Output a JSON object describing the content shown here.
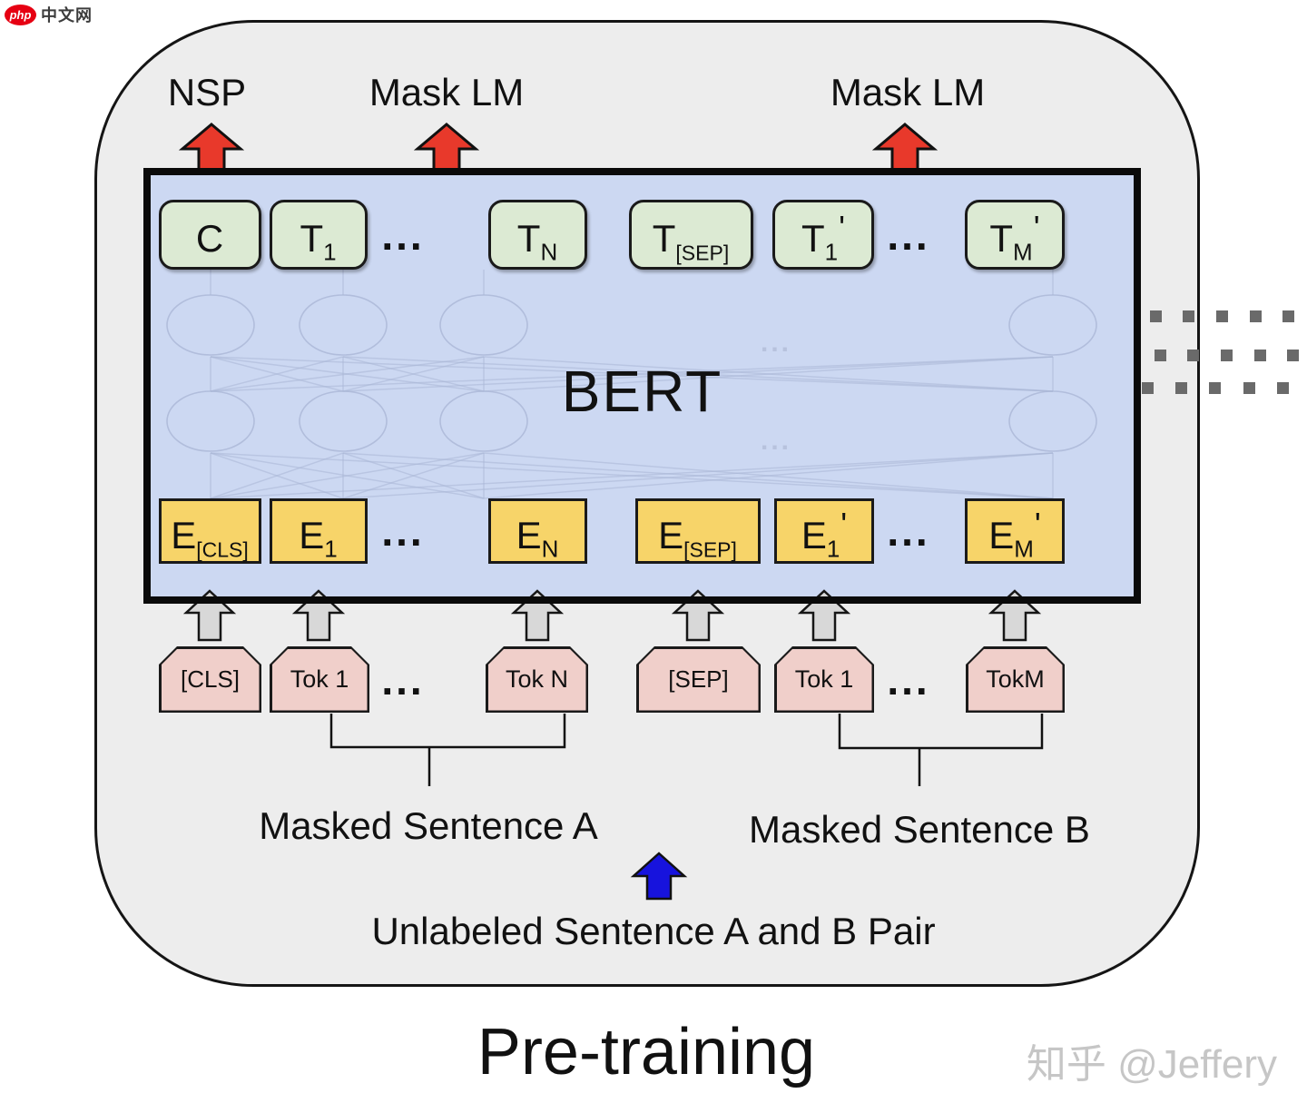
{
  "logo": {
    "badge": "php",
    "site": "中文网"
  },
  "top_labels": {
    "nsp": "NSP",
    "mask_lm_a": "Mask LM",
    "mask_lm_b": "Mask LM"
  },
  "bert": {
    "title": "BERT",
    "hidden_dots": "..."
  },
  "dots": "...",
  "green_row": [
    {
      "main": "C",
      "sub": "",
      "prime": ""
    },
    {
      "main": "T",
      "sub": "1",
      "prime": ""
    },
    {
      "main": "T",
      "sub": "N",
      "prime": ""
    },
    {
      "main": "T",
      "sub": "[SEP]",
      "prime": ""
    },
    {
      "main": "T",
      "sub": "1",
      "prime": "'"
    },
    {
      "main": "T",
      "sub": "M",
      "prime": "'"
    }
  ],
  "yellow_row": [
    {
      "main": "E",
      "sub": "[CLS]",
      "prime": ""
    },
    {
      "main": "E",
      "sub": "1",
      "prime": ""
    },
    {
      "main": "E",
      "sub": "N",
      "prime": ""
    },
    {
      "main": "E",
      "sub": "[SEP]",
      "prime": ""
    },
    {
      "main": "E",
      "sub": "1",
      "prime": "'"
    },
    {
      "main": "E",
      "sub": "M",
      "prime": "'"
    }
  ],
  "pink_row": [
    "[CLS]",
    "Tok 1",
    "Tok N",
    "[SEP]",
    "Tok 1",
    "TokM"
  ],
  "captions": {
    "masked_a": "Masked Sentence A",
    "masked_b": "Masked Sentence B",
    "unlabeled": "Unlabeled Sentence A and B Pair",
    "title": "Pre-training",
    "watermark": "知乎 @Jeffery"
  },
  "colors": {
    "red-arrow": "#e8392b",
    "blue-arrow": "#1713dd",
    "bert-fill": "#ccd8f2",
    "green-box": "#dcead3",
    "yellow-box": "#f7d469",
    "pink-box": "#f0cfca",
    "panel": "#ededed",
    "net-line": "#aab7d6",
    "watermark": "#c6c6c6"
  }
}
